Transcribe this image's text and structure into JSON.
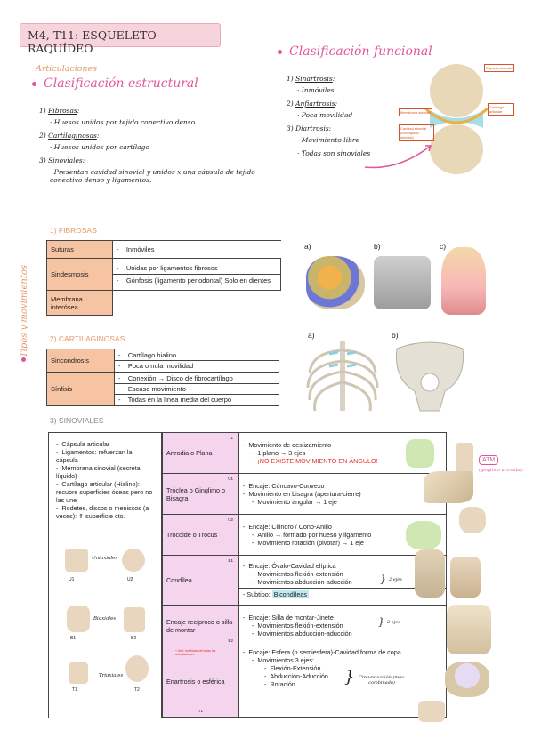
{
  "title": "M4, T11: ESQUELETO RAQUÍDEO",
  "articulaciones_label": "Articulaciones",
  "estructural": {
    "heading": "Clasificación estructural",
    "items": [
      {
        "num": "1)",
        "name": "Fibrosas",
        "desc": "Huesos unidos por tejido conectivo denso."
      },
      {
        "num": "2)",
        "name": "Cartilaginosas",
        "desc": "Huesos unidos por cartílago"
      },
      {
        "num": "3)",
        "name": "Sinoviales",
        "desc": "Presentan cavidad sinovial y unidos x una cápsula de tejido conectivo denso y ligamentos."
      }
    ]
  },
  "funcional": {
    "heading": "Clasificación funcional",
    "items": [
      {
        "num": "1)",
        "name": "Sinartrosis",
        "desc": "Inmóviles"
      },
      {
        "num": "2)",
        "name": "Anfiartrosis",
        "desc": "Poca movilidad"
      },
      {
        "num": "3)",
        "name": "Diartrosis",
        "desc": [
          "Movimiento libre",
          "Todas son sinoviales"
        ]
      }
    ],
    "knee_labels": [
      "Cápsula articular",
      "Cartílago articular",
      "Membrana sinovial",
      "Cavidad sinovial (con líquido sinovial)"
    ]
  },
  "side_label": "Tipos y movimientos",
  "fibrosas": {
    "heading": "1) FIBROSAS",
    "rows": [
      {
        "name": "Suturas",
        "desc": [
          "Inmóviles"
        ]
      },
      {
        "name": "Sindesmosis",
        "desc": [
          "Unidas por ligamentos fibrosos",
          "Gónfosis (ligamento periodontal) Solo en dientes"
        ]
      },
      {
        "name": "Membrana interósea",
        "desc": []
      }
    ],
    "fig_labels": [
      "a)",
      "b)",
      "c)"
    ]
  },
  "cartilaginosas": {
    "heading": "2) CARTILAGINOSAS",
    "rows": [
      {
        "name": "Sincondrosis",
        "desc": [
          "Cartílago hialino",
          "Poca o nula movilidad"
        ]
      },
      {
        "name": "Sínfisis",
        "desc": [
          "Conexión → Disco de fibrocartílago",
          "Escaso movimiento",
          "Todas en la línea media del cuerpo"
        ]
      }
    ],
    "fig_labels": [
      "a)",
      "b)"
    ]
  },
  "sinoviales": {
    "heading": "3) SINOVIALES",
    "left_list": [
      "Cápsula articular",
      "Ligamentos: refuerzan la cápsula",
      "Membrana sinovial (secreta líquido)",
      "Cartílago articular (Hialino): recubre superficies óseas pero no las une",
      "Rodetes, discos o meniscos (a veces): ⇑ superficie cto."
    ],
    "axis_labels": {
      "uni": "Uniaxiales",
      "bi": "Biaxiales",
      "tri": "Triaxiales",
      "u1": "U1",
      "u2": "U2",
      "b1": "B1",
      "b2": "B2",
      "t1": "T1",
      "t2": "T2"
    },
    "rows": [
      {
        "name": "Artrodia o Plana",
        "tag": "T1",
        "desc": [
          "Movimiento de deslizamiento",
          "1 plano → 3 ejes",
          "¡NO EXISTE MOVIMIENTO EN ÁNGULO!"
        ]
      },
      {
        "name": "Tróclea o Ginglimo o Bisagra",
        "tag": "U1",
        "desc": [
          "Encaje: Cóncavo-Convexo",
          "Movimiento en bisagra (apertura-cierre)",
          "Movimiento angular → 1 eje"
        ]
      },
      {
        "name": "Trocoide o Trocus",
        "tag": "U2",
        "desc": [
          "Encaje: Cilindro / Cono-Anillo",
          "Anillo → formado por hueso y ligamento",
          "Movimiento rotación (pivotar) → 1 eje"
        ]
      },
      {
        "name": "Condílea",
        "tag": "B1",
        "desc": [
          "Encaje: Óvalo-Cavidad elíptica",
          "Movimientos flexión-extensión",
          "Movimientos abducción-aducción"
        ],
        "subtipo_label": "Subtipo:",
        "subtipo": "Bicondíleas",
        "brace": "2 ejes"
      },
      {
        "name": "Encaje recíproco o silla de montar",
        "tag": "B2",
        "desc": [
          "Encaje: Silla de montar-Jinete",
          "Movimientos flexión-extensión",
          "Movimientos abducción-aducción"
        ],
        "brace": "2 ejes"
      },
      {
        "name": "Enartrosis o esférica",
        "tag": "T1",
        "note": "+ de 1 movilidad de todas las articulaciones",
        "desc": [
          "Encaje: Esfera (o semiesfera)-Cavidad forma de copa",
          "Movimientos 3 ejes:",
          "Flexión-Extensión",
          "Abducción-Aducción",
          "Rotación"
        ],
        "brace": "Circunducción (mov. combinado)"
      }
    ],
    "atm": {
      "label": "ATM",
      "sub": "(ginglimo artrodial)"
    }
  },
  "colors": {
    "pink": "#e1569b",
    "orange_cell": "#f6c3a3",
    "pink_cell": "#f5d5ee",
    "title_bg": "#f7d3dc",
    "highlight": "#bfe8f3"
  }
}
